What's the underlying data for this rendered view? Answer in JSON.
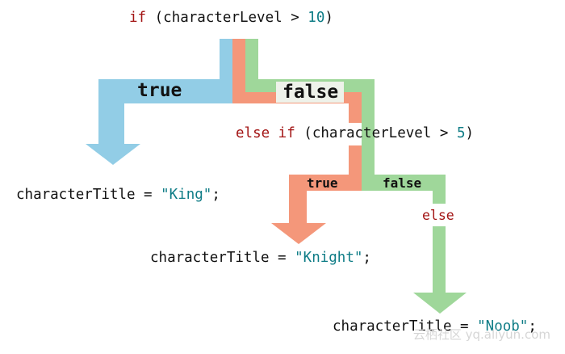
{
  "colors": {
    "true_path": "#92cde6",
    "false_path_outer": "#9fd79a",
    "inner_path": "#f4977a",
    "keyword": "#a31515",
    "literal": "#0e7c86",
    "text": "#111111"
  },
  "condition1": {
    "keyword": "if",
    "open": " (",
    "variable": "characterLevel",
    "operator": " > ",
    "number": "10",
    "close": ")"
  },
  "condition2": {
    "keyword": "else if",
    "open": " (",
    "variable": "characterLevel",
    "operator": " > ",
    "number": "5",
    "close": ")"
  },
  "labels": {
    "true1": "true",
    "false1": "false",
    "true2": "true",
    "false2": "false",
    "else": "else"
  },
  "results": {
    "king": {
      "variable": "characterTitle",
      "assign": " = ",
      "value": "\"King\"",
      "end": ";"
    },
    "knight": {
      "variable": "characterTitle",
      "assign": " = ",
      "value": "\"Knight\"",
      "end": ";"
    },
    "noob": {
      "variable": "characterTitle",
      "assign": " = ",
      "value": "\"Noob\"",
      "end": ";"
    }
  },
  "watermark": "云栖社区 yq.aliyun.com"
}
